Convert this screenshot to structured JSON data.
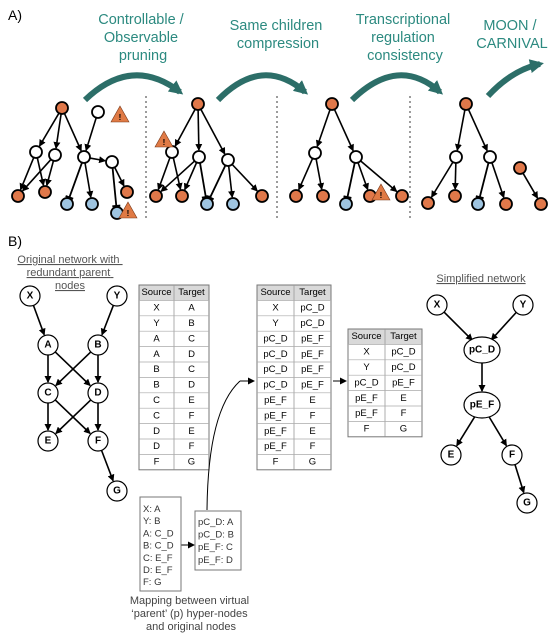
{
  "panel_a": {
    "label": "A)",
    "steps": [
      {
        "lines": [
          "Controllable /",
          "Observable",
          "pruning"
        ]
      },
      {
        "lines": [
          "Same children",
          "compression"
        ]
      },
      {
        "lines": [
          "Transcriptional",
          "regulation",
          "consistency"
        ]
      },
      {
        "lines": [
          "MOON /",
          "CARNIVAL"
        ]
      }
    ],
    "warning_glyph": "!"
  },
  "panel_b": {
    "label": "B)",
    "original_title": [
      "Original network with",
      "redundant parent",
      "nodes"
    ],
    "simplified_title": "Simplified network",
    "original_nodes": [
      "X",
      "Y",
      "A",
      "B",
      "C",
      "D",
      "E",
      "F",
      "G"
    ],
    "simplified_nodes": [
      "X",
      "Y",
      "pC_D",
      "pE_F",
      "E",
      "F",
      "G"
    ],
    "table_headers": [
      "Source",
      "Target"
    ],
    "table1": [
      [
        "X",
        "A"
      ],
      [
        "Y",
        "B"
      ],
      [
        "A",
        "C"
      ],
      [
        "A",
        "D"
      ],
      [
        "B",
        "C"
      ],
      [
        "B",
        "D"
      ],
      [
        "C",
        "E"
      ],
      [
        "C",
        "F"
      ],
      [
        "D",
        "E"
      ],
      [
        "D",
        "F"
      ],
      [
        "F",
        "G"
      ]
    ],
    "table2": [
      [
        "X",
        "pC_D"
      ],
      [
        "Y",
        "pC_D"
      ],
      [
        "pC_D",
        "pE_F"
      ],
      [
        "pC_D",
        "pE_F"
      ],
      [
        "pC_D",
        "pE_F"
      ],
      [
        "pC_D",
        "pE_F"
      ],
      [
        "pE_F",
        "E"
      ],
      [
        "pE_F",
        "F"
      ],
      [
        "pE_F",
        "E"
      ],
      [
        "pE_F",
        "F"
      ],
      [
        "F",
        "G"
      ]
    ],
    "table3": [
      [
        "X",
        "pC_D"
      ],
      [
        "Y",
        "pC_D"
      ],
      [
        "pC_D",
        "pE_F"
      ],
      [
        "pE_F",
        "E"
      ],
      [
        "pE_F",
        "F"
      ],
      [
        "F",
        "G"
      ]
    ],
    "mapping1": [
      "X: A",
      "Y: B",
      "A: C_D",
      "B: C_D",
      "C: E_F",
      "D: E_F",
      "F: G"
    ],
    "mapping2": [
      "pC_D: A",
      "pC_D: B",
      "pE_F: C",
      "pE_F: D"
    ],
    "mapping_caption": [
      "Mapping between virtual",
      "‘parent’ (p) hyper-nodes",
      "and original nodes"
    ]
  },
  "colors": {
    "teal": "#2c6e68",
    "teal_text": "#2c8a80",
    "orange_node": "#e0784a",
    "blue_node": "#9ec4e0",
    "warning": "#e07a45",
    "header_fill": "#d9d9d9"
  }
}
